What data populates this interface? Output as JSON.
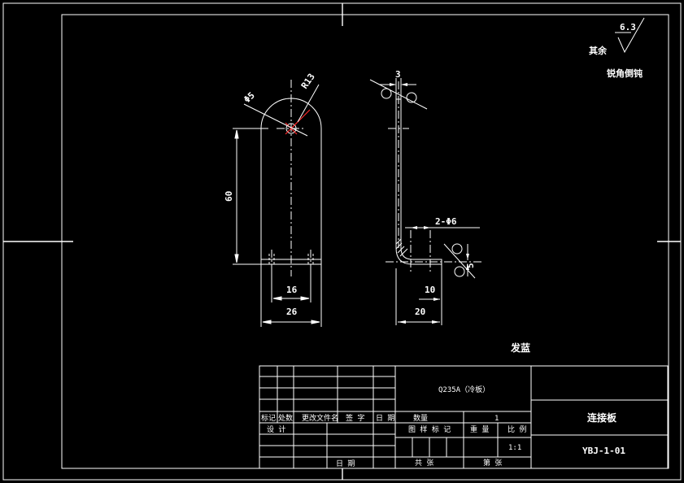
{
  "drawing": {
    "dims": {
      "phi5": "Φ5",
      "r13": "R13",
      "len60": "60",
      "w16": "16",
      "w26": "26",
      "t3": "3",
      "holes": "2-Φ6",
      "d10": "10",
      "d20": "20",
      "weld": "5"
    },
    "notes": {
      "roughness_value": "6.3",
      "rest_label": "其余",
      "edge_note": "锐角倒钝",
      "finish": "发蓝"
    }
  },
  "title_block": {
    "material": "Q235A（冷板）",
    "part_name": "连接板",
    "drawing_no": "YBJ-1-01",
    "quantity_label": "数量",
    "quantity_value": "1",
    "mark_label": "图 样 标 记",
    "weight_label": "重 量",
    "scale_label": "比 例",
    "scale_value": "1:1",
    "sheet_total_label": "共   张",
    "sheet_no_label": "第   张",
    "rev_headers": [
      "标记",
      "处数",
      "更改文件名",
      "签 字",
      "日 期"
    ],
    "design_label": "设 计",
    "date_label": "日 期"
  }
}
